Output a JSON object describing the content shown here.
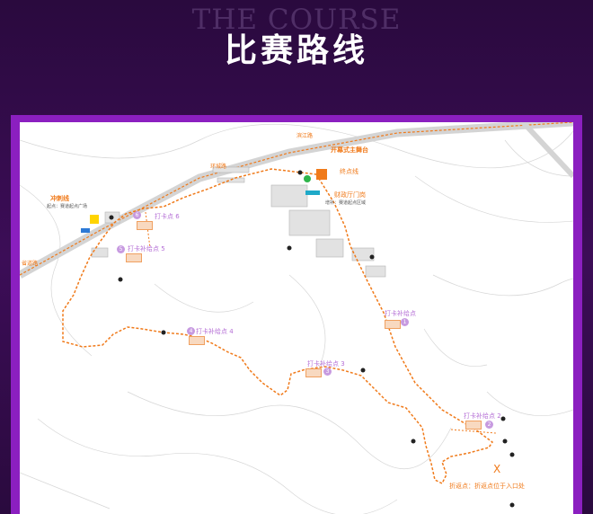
{
  "header": {
    "watermark": "THE COURSE",
    "title": "比赛路线"
  },
  "map": {
    "start_finish": {
      "label": "开幕式主舞台",
      "finish_label": "终点线",
      "gate_label": "财政厅门岗",
      "gate_sub": "增补：赛道起点区域"
    },
    "start": {
      "label": "冲刺线",
      "sub": "起点：赛道起点广场"
    },
    "checkpoints": [
      {
        "label": "打卡点 6",
        "num": "6"
      },
      {
        "label": "打卡补给点 5",
        "num": "5"
      },
      {
        "label": "打卡补给点 4",
        "num": "4"
      },
      {
        "label": "打卡补给点 3",
        "num": "3"
      },
      {
        "label": "打卡补给点",
        "num": "1"
      },
      {
        "label": "打卡补给点 2",
        "num": "2"
      }
    ],
    "turnaround": {
      "mark": "X",
      "label": "折返点：折返点位于入口处"
    },
    "roads": [
      "滨江路",
      "环城路",
      "省道路"
    ],
    "colors": {
      "route": "#f07a1a",
      "checkpoint": "#b56fd6",
      "frame": "#8b1fc0"
    }
  }
}
